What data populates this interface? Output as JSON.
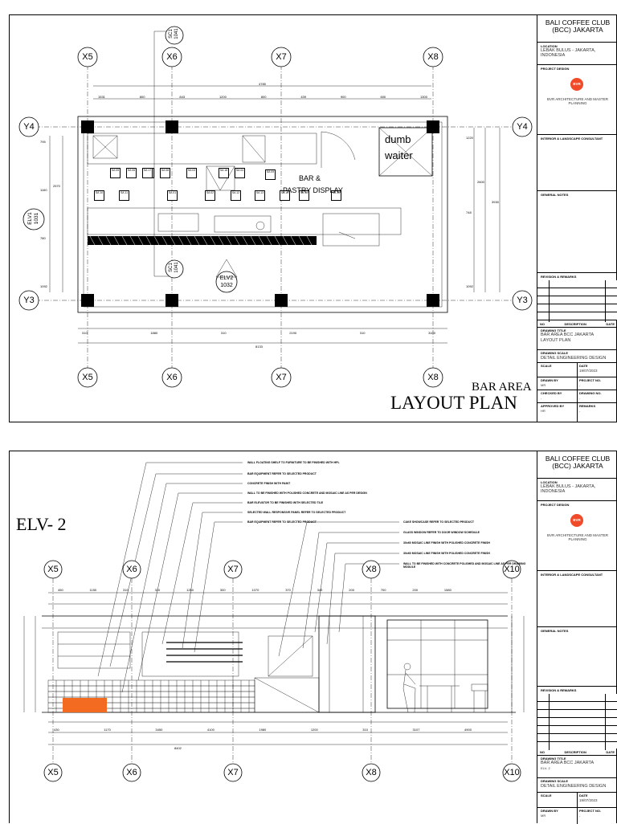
{
  "sheet1": {
    "title_small": "BAR AREA",
    "title_large": "LAYOUT PLAN",
    "grid_x": [
      "X5",
      "X6",
      "X7",
      "X8"
    ],
    "grid_y": [
      "Y4",
      "Y3"
    ],
    "dims_top": [
      "1531",
      "800",
      "843",
      "1200",
      "800",
      "439",
      "900",
      "600",
      "1300"
    ],
    "dim_total_top": "4785",
    "dims_bottom": [
      "310",
      "1880",
      "310",
      "2190",
      "310",
      "3100"
    ],
    "dim_total_bottom": "8133",
    "dims_left": [
      "795",
      "1160",
      "780",
      "1092",
      "2570"
    ],
    "dims_right": [
      "1220",
      "748",
      "2600",
      "1092",
      "3930"
    ],
    "room_label_1": "BAR &",
    "room_label_2": "PASTRY DISPLAY",
    "dumb_waiter_1": "dumb",
    "dumb_waiter_2": "waiter",
    "markers": [
      {
        "top": "SC1",
        "bottom": "1041"
      },
      {
        "top": "SC1",
        "bottom": "1041"
      },
      {
        "top": "ELV1",
        "bottom": "1031"
      },
      {
        "top": "ELV2",
        "bottom": "1032"
      }
    ],
    "sa_tags": [
      "SA 05",
      "SA 06",
      "SA 07",
      "SA 08",
      "SA 03",
      "SA 04",
      "SA 09",
      "SA 10",
      "SA 11",
      "SA 01",
      "SA 02",
      "SA 12",
      "SA 13",
      "SA 14",
      "SA 15",
      "SA 16",
      "SA 17",
      "SA 18"
    ]
  },
  "sheet2": {
    "title": "ELV- 2",
    "grid_x": [
      "X5",
      "X6",
      "X7",
      "X8",
      "X10"
    ],
    "notes_left": [
      "WALL FLOATING SHELF TO FURNITURE TO BE FINISHED WITH HPL",
      "BAR EQUIPMENT REFER TO SELECTED PRODUCT",
      "CONCRETE FINISH WITH PAINT",
      "WALL TO BE FINISHED WITH POLISHED CONCRETE AND MOSAIC LINE AS PER DESIGN",
      "BAR ELEVATOR TO BE FINISHED WITH SELECTED TILE",
      "SELECTED WALL RESPONSIVE PANEL REFER TO SELECTED PRODUCT",
      "BAR EQUIPMENT REFER TO SELECTED PRODUCT"
    ],
    "notes_right": [
      "CAKE SHOWCASE REFER TO SELECTED PRODUCT",
      "GLASS WINDOW REFER TO DOOR WINDOW SCHEDULE",
      "30x60 MOSAIC LINE FINISH WITH POLISHED CONCRETE FINISH",
      "30x60 MOSAIC LINE FINISH WITH POLISHED CONCRETE FINISH",
      "WALL TO BE FINISHED WITH CONCRETE POLISHED AND MOSAIC LINE AS PER DRAWING MODULE"
    ],
    "dims_top": [
      "450",
      "1150",
      "310",
      "310",
      "1250",
      "300",
      "1070",
      "370",
      "340",
      "200",
      "700",
      "200",
      "1580"
    ],
    "dims_bottom": [
      "430",
      "1170",
      "3450",
      "4100",
      "1980",
      "1200",
      "310",
      "3107",
      "4900"
    ],
    "dim_total_bottom": "8402"
  },
  "titleblock1": {
    "project": "BALI COFFEE CLUB (BCC) JAKARTA",
    "location_label": "LOCATION",
    "location": "LEBAK BULUS - JAKARTA, INDONESIA",
    "project_design_label": "PROJECT DESIGN",
    "firm": "BVR ARCHITECTURE AND MASTER PLANNING",
    "logo_text": "BVR",
    "consultant_label": "INTERIOR & LANDSCAPE CONSULTANT",
    "general_notes_label": "GENERAL NOTES",
    "revision_label": "REVISION & REMARKS",
    "rev_headers": [
      "NO",
      "DESCRIPTION",
      "DATE"
    ],
    "drawing_title_label": "DRAWING TITLE",
    "drawing_title": "BAR AREA BCC JAKARTA",
    "drawing_title_2": "LAYOUT PLAN",
    "drawing_scale_label": "DRAWING SCALE",
    "drawing_scale": "DETAIL ENGINEERING DESIGN",
    "scale_label": "SCALE",
    "date_label": "DATE",
    "date": "19/07/2023",
    "drawn_label": "DRAWN BY",
    "drawn": "MR",
    "project_no_label": "PROJECT NO.",
    "project_no": "-",
    "checked_label": "CHECKED BY",
    "checked": "-",
    "drawing_no_label": "DRAWING NO.",
    "drawing_no": "-",
    "approved_label": "APPROVED BY",
    "approved": "HR",
    "remarks_label": "REMARKS",
    "remarks": "-"
  },
  "titleblock2": {
    "project": "BALI COFFEE CLUB (BCC) JAKARTA",
    "location_label": "LOCATION",
    "location": "LEBAK BULUS - JAKARTA, INDONESIA",
    "project_design_label": "PROJECT DESIGN",
    "firm": "BVR ARCHITECTURE AND MASTER PLANNING",
    "logo_text": "BVR",
    "consultant_label": "INTERIOR & LANDSCAPE CONSULTANT",
    "general_notes_label": "GENERAL NOTES",
    "revision_label": "REVISION & REMARKS",
    "rev_headers": [
      "NO",
      "DESCRIPTION",
      "DATE"
    ],
    "drawing_title_label": "DRAWING TITLE",
    "drawing_title": "BAR AREA BCC JAKARTA",
    "drawing_title_2": "ELV- 2",
    "drawing_scale_label": "DRAWING SCALE",
    "drawing_scale": "DETAIL ENGINEERING DESIGN",
    "scale_label": "SCALE",
    "date_label": "DATE",
    "date": "19/07/2023",
    "drawn_label": "DRAWN BY",
    "drawn": "MR",
    "project_no_label": "PROJECT NO.",
    "project_no": "-"
  },
  "colors": {
    "accent": "#f26b21",
    "logo": "#f04a28",
    "line": "#000000"
  }
}
